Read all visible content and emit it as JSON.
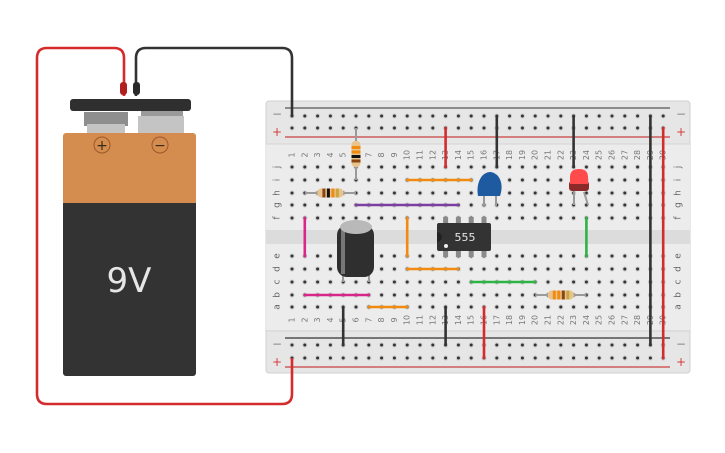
{
  "scene": {
    "title": "9V battery 555 timer LED blinker circuit on breadboard"
  },
  "battery": {
    "label": "9V",
    "plus_symbol": "+",
    "minus_symbol": "−",
    "body_color": "#d48c4f",
    "label_color": "#333333"
  },
  "breadboard": {
    "columns": 30,
    "top_rows": [
      "j",
      "i",
      "h",
      "g",
      "f"
    ],
    "bottom_rows": [
      "e",
      "d",
      "c",
      "b",
      "a"
    ],
    "rail_minus_label": "−",
    "rail_plus_label": "+",
    "rail_minus_color": "#444444",
    "rail_plus_color": "#d43b3b"
  },
  "components": {
    "ic": {
      "label": "555",
      "pins": 8,
      "left_column": 13,
      "color": "#333333"
    },
    "led": {
      "color": "red",
      "columns": [
        23,
        24
      ],
      "row": "h"
    },
    "ceramic_capacitor": {
      "color": "blue",
      "columns": [
        16,
        17
      ],
      "row": "h"
    },
    "electrolytic_capacitor": {
      "color": "black",
      "columns": [
        5,
        7
      ]
    },
    "resistors": [
      {
        "name": "r1-vertical",
        "from": "rail+ col 6",
        "to": "i6"
      },
      {
        "name": "r2-horizontal",
        "from": "h2",
        "to": "h6"
      },
      {
        "name": "r3-horizontal",
        "from": "b20",
        "to": "b24"
      }
    ]
  },
  "wires": [
    {
      "color": "#d42c2c",
      "from": "battery+",
      "to": "bottom rail+ col1"
    },
    {
      "color": "#333333",
      "from": "battery-",
      "to": "top rail- col1"
    },
    {
      "color": "#d42c2c",
      "from": "top rail+ col13",
      "to": "j13"
    },
    {
      "color": "#333333",
      "from": "top rail- col17",
      "to": "j17"
    },
    {
      "color": "#333333",
      "from": "top rail- col23",
      "to": "j23"
    },
    {
      "color": "#333333",
      "from": "top rail- col29",
      "to": "bottom rail- col29"
    },
    {
      "color": "#d42c2c",
      "from": "top rail+ col30",
      "to": "bottom rail+ col30"
    },
    {
      "color": "#f08a10",
      "from": "i10",
      "to": "i15"
    },
    {
      "color": "#7b3fa0",
      "from": "g6",
      "to": "g14"
    },
    {
      "color": "#d9268a",
      "from": "f2",
      "to": "e2"
    },
    {
      "color": "#f08a10",
      "from": "f10",
      "to": "e10"
    },
    {
      "color": "#2fb344",
      "from": "f24",
      "to": "e24"
    },
    {
      "color": "#f08a10",
      "from": "d10",
      "to": "d14"
    },
    {
      "color": "#2fb344",
      "from": "c15",
      "to": "c20"
    },
    {
      "color": "#d9268a",
      "from": "b2",
      "to": "b7"
    },
    {
      "color": "#f08a10",
      "from": "a7",
      "to": "a10"
    },
    {
      "color": "#333333",
      "from": "a5",
      "to": "bottom rail- col5"
    },
    {
      "color": "#333333",
      "from": "a13",
      "to": "bottom rail- col13"
    },
    {
      "color": "#d42c2c",
      "from": "a16",
      "to": "bottom rail+ col16"
    }
  ]
}
